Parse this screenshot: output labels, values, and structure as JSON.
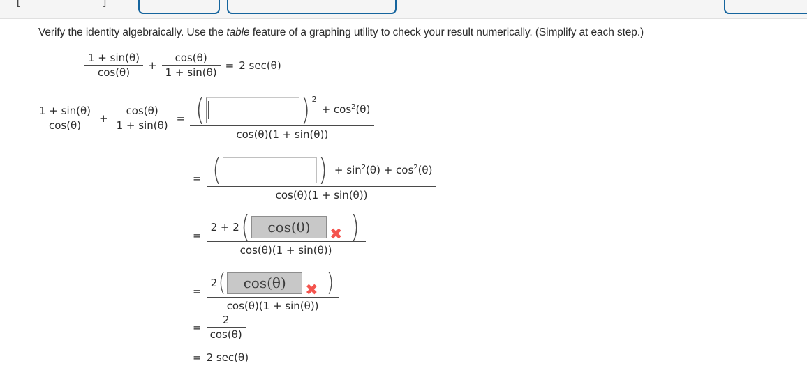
{
  "toolbar": {
    "buttons": [
      {
        "name": "toolbar-button-1",
        "label": ""
      },
      {
        "name": "toolbar-button-2",
        "label": ""
      },
      {
        "name": "toolbar-button-3",
        "label": ""
      }
    ],
    "clipped_glyphs": [
      "[",
      "]"
    ],
    "accent_color": "#16659e",
    "background_color": "#f5f5f5"
  },
  "colors": {
    "text": "#2b2b2b",
    "rule": "#4a4a4a",
    "filled_box_bg": "#c8c8c8",
    "filled_box_border": "#8e8e8e",
    "incorrect_mark": "#f4544e",
    "empty_box_border": "#c0c0c0"
  },
  "prompt": {
    "before_italic": "Verify the identity algebraically. Use the ",
    "italic_word": "table",
    "after_italic": " feature of a graphing utility to check your result numerically. (Simplify at each step.)"
  },
  "identity": {
    "term1": {
      "numerator": "1 + sin(θ)",
      "denominator": "cos(θ)"
    },
    "plus": "+",
    "term2": {
      "numerator": "cos(θ)",
      "denominator": "1 + sin(θ)"
    },
    "equals": "=",
    "right_side": "2 sec(θ)"
  },
  "steps": [
    {
      "name": "step-1",
      "left_side_present": true,
      "left": {
        "term1": {
          "numerator": "1 + sin(θ)",
          "denominator": "cos(θ)"
        },
        "plus": "+",
        "term2": {
          "numerator": "cos(θ)",
          "denominator": "1 + sin(θ)"
        }
      },
      "equals": "=",
      "numerator": {
        "open_paren": "(",
        "input": {
          "value": "",
          "state": "empty-focused",
          "graded": "none"
        },
        "close_paren": ")",
        "exponent": "2",
        "tail": " + cos",
        "tail_exponent": "2",
        "tail_arg": "(θ)"
      },
      "denominator": "cos(θ)(1 + sin(θ))"
    },
    {
      "name": "step-2",
      "left_side_present": false,
      "equals": "=",
      "numerator": {
        "open_paren": "(",
        "input": {
          "value": "",
          "state": "empty",
          "graded": "none"
        },
        "close_paren": ")",
        "tail": " + sin",
        "tail_exponent": "2",
        "tail_arg": "(θ)",
        "tail2": " + cos",
        "tail2_exponent": "2",
        "tail2_arg": "(θ)"
      },
      "denominator": "cos(θ)(1 + sin(θ))"
    },
    {
      "name": "step-3",
      "left_side_present": false,
      "equals": "=",
      "numerator": {
        "prefix": "2 + 2",
        "open_paren": "(",
        "input": {
          "value": "cos(θ)",
          "state": "filled",
          "graded": "incorrect"
        },
        "mark": "✖",
        "close_paren": ")"
      },
      "denominator": "cos(θ)(1 + sin(θ))"
    },
    {
      "name": "step-4",
      "left_side_present": false,
      "equals": "=",
      "numerator": {
        "prefix": "2",
        "open_paren": "(",
        "input": {
          "value": "cos(θ)",
          "state": "filled",
          "graded": "incorrect"
        },
        "mark": "✖",
        "close_paren": ")"
      },
      "denominator": "cos(θ)(1 + sin(θ))"
    },
    {
      "name": "step-5",
      "left_side_present": false,
      "equals": "=",
      "numerator_simple": "2",
      "denominator": "cos(θ)"
    },
    {
      "name": "step-6",
      "left_side_present": false,
      "equals": "=",
      "result": "2 sec(θ)"
    }
  ]
}
